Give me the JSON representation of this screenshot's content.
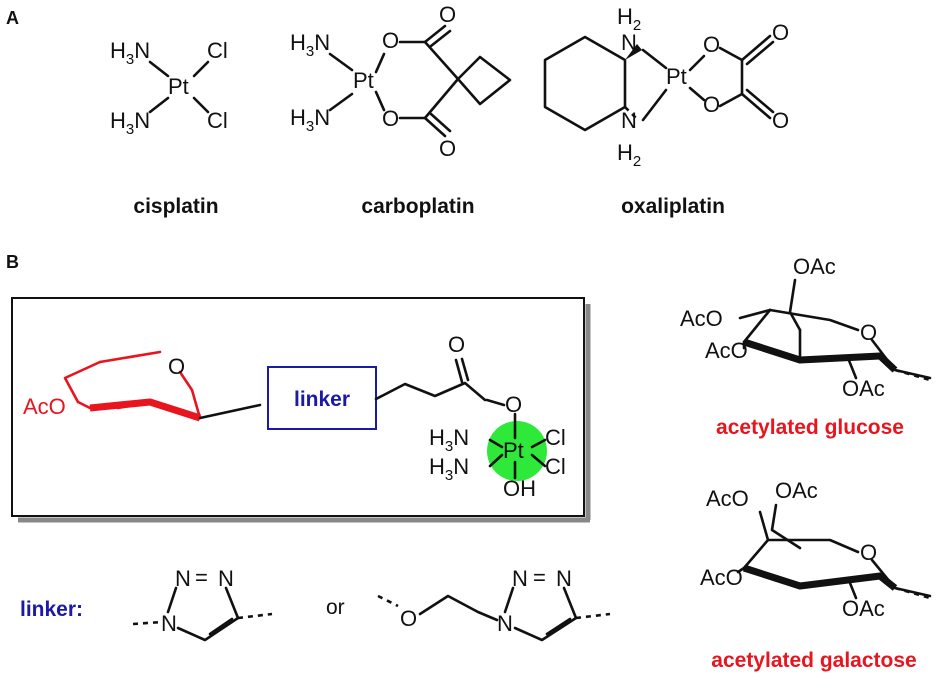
{
  "panels": {
    "a": "A",
    "b": "B"
  },
  "drugs": {
    "cisplatin": "cisplatin",
    "carboplatin": "carboplatin",
    "oxaliplatin": "oxaliplatin"
  },
  "atoms": {
    "pt": "Pt",
    "h3n": "H3N",
    "nh2": "NH2",
    "cl": "Cl",
    "o": "O",
    "n": "N",
    "h2": "H2",
    "oh": "OH",
    "oac": "OAc",
    "aco": "AcO"
  },
  "conjugate": {
    "linker_box": "linker"
  },
  "linker_row": {
    "label": "linker:",
    "or": "or"
  },
  "sugars": {
    "glucose": "acetylated glucose",
    "galactose": "acetylated galactose"
  },
  "colors": {
    "red": "#e8141e",
    "blue": "#1a1aa6",
    "green": "#2ee83a"
  }
}
